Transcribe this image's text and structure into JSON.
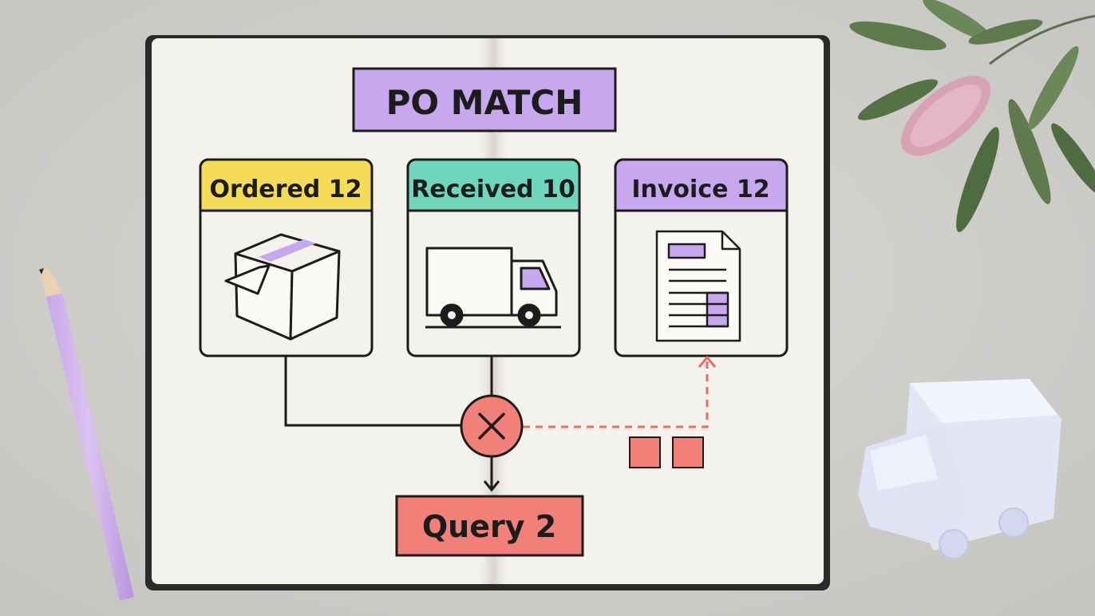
{
  "title": "PO MATCH",
  "cards": [
    {
      "label": "Ordered 12",
      "icon": "package-box-icon",
      "color": "#f5dc58"
    },
    {
      "label": "Received 10",
      "icon": "delivery-truck-icon",
      "color": "#6fd6bd"
    },
    {
      "label": "Invoice 12",
      "icon": "invoice-document-icon",
      "color": "#c7a8ef"
    }
  ],
  "mismatch_icon": "x-mismatch-icon",
  "result": {
    "label": "Query 2",
    "color": "#f08078"
  },
  "colors": {
    "desk": "#cfcecb",
    "paper": "#f4f2ec",
    "ink": "#1c1c1c",
    "title_bg": "#c7a8ef",
    "alert": "#f08078"
  }
}
